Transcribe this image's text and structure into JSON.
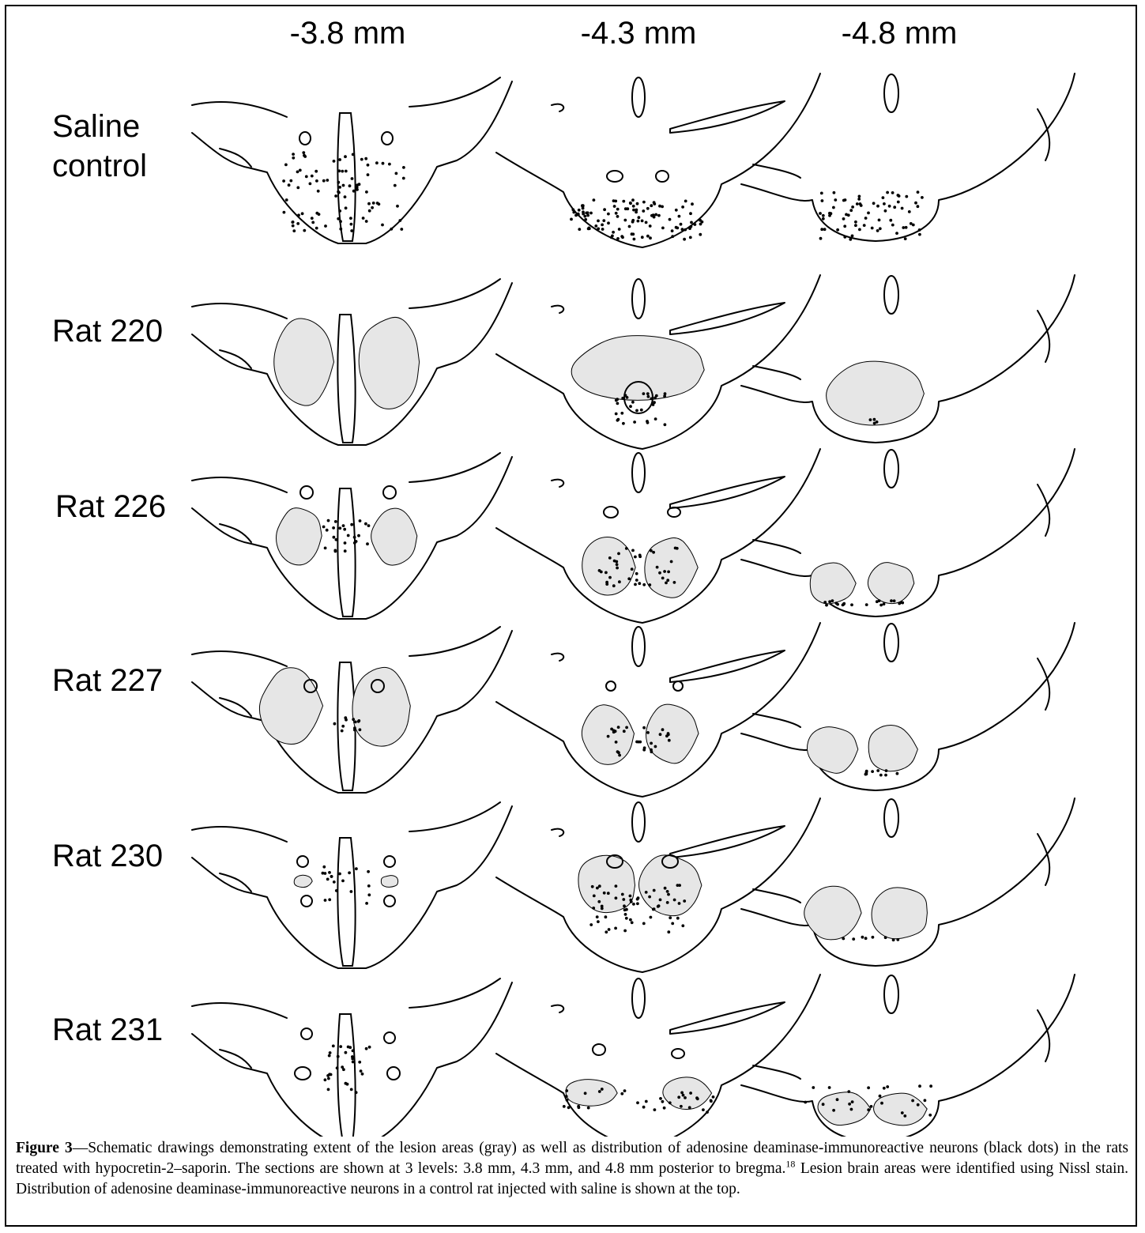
{
  "columns": [
    "-3.8 mm",
    "-4.3 mm",
    "-4.8 mm"
  ],
  "rows": [
    {
      "label_line1": "Saline",
      "label_line2": "control"
    },
    {
      "label_line1": "Rat 220"
    },
    {
      "label_line1": "Rat 226"
    },
    {
      "label_line1": "Rat 227"
    },
    {
      "label_line1": "Rat 230"
    },
    {
      "label_line1": "Rat 231"
    }
  ],
  "caption": {
    "figure_label": "Figure 3",
    "text_part1": "—Schematic drawings demonstrating extent of the lesion areas (gray) as well as distribution of adenosine deaminase-immunoreactive neurons (black dots) in the rats treated with hypocretin-2–saporin. The sections are shown at 3 levels: 3.8 mm, 4.3 mm, and 4.8 mm posterior to bregma.",
    "reference": "18",
    "text_part2": " Lesion brain areas were identified using Nissl stain. Distribution of adenosine deaminase-immunoreactive neurons in a control rat injected with saline is shown at the top."
  },
  "colors": {
    "lesion_fill": "#e6e6e6",
    "outline": "#000000",
    "neuron_dot": "#000000"
  }
}
